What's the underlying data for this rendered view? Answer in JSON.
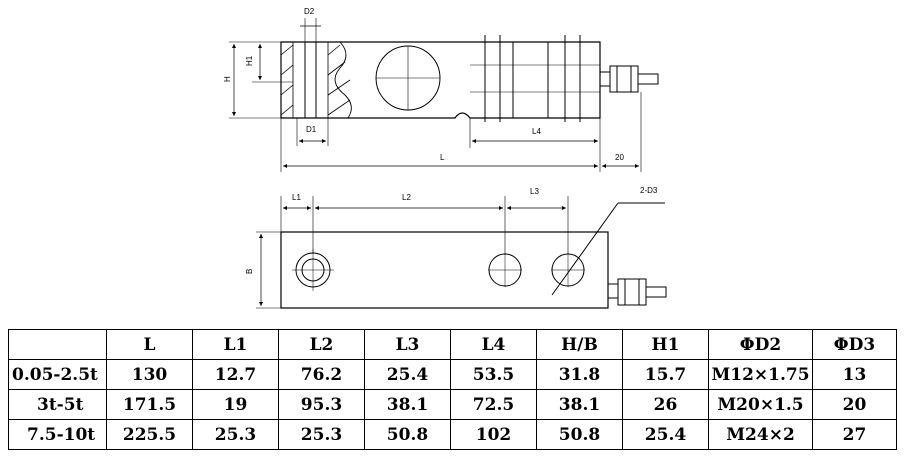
{
  "drawing_labels": {
    "d2": "D2",
    "h1": "H1",
    "h": "H",
    "d1": "D1",
    "l4": "L4",
    "l": "L",
    "dim20": "20",
    "l1": "L1",
    "l2": "L2",
    "l3": "L3",
    "two_d3": "2-D3",
    "b": "B"
  },
  "table": {
    "headers": [
      "",
      "L",
      "L1",
      "L2",
      "L3",
      "L4",
      "H/B",
      "H1",
      "ΦD2",
      "ΦD3"
    ],
    "rows": [
      [
        "0.05-2.5t",
        "130",
        "12.7",
        "76.2",
        "25.4",
        "53.5",
        "31.8",
        "15.7",
        "M12×1.75",
        "13"
      ],
      [
        "3t-5t",
        "171.5",
        "19",
        "95.3",
        "38.1",
        "72.5",
        "38.1",
        "26",
        "M20×1.5",
        "20"
      ],
      [
        "7.5-10t",
        "225.5",
        "25.3",
        "25.3",
        "50.8",
        "102",
        "50.8",
        "25.4",
        "M24×2",
        "27"
      ]
    ]
  }
}
